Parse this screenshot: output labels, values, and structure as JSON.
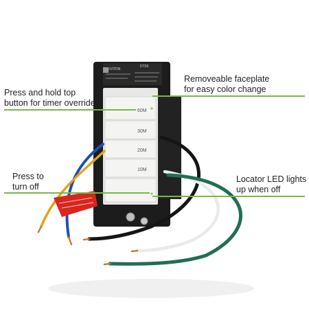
{
  "callouts": {
    "top_left": [
      "Press and hold top",
      "button for timer override"
    ],
    "top_right": [
      "Removeable faceplate",
      "for easy color change"
    ],
    "bottom_left": [
      "Press to",
      "turn off"
    ],
    "bottom_right": [
      "Locator LED lights",
      "up when off"
    ]
  },
  "buttons": [
    "60M",
    "30M",
    "20M",
    "10M"
  ],
  "device_labels": {
    "brand": "LEVITON",
    "model": "DT26"
  },
  "colors": {
    "accent_line": "#7ab648",
    "housing": "#1c1c1c",
    "faceplate": "#f4f4f2",
    "wire_blue": "#1f4fb0",
    "wire_yellow": "#e2a31a",
    "wire_black": "#151515",
    "wire_white": "#eaeaea",
    "wire_green": "#1f6f55",
    "warning_tag": "#d8261e"
  }
}
